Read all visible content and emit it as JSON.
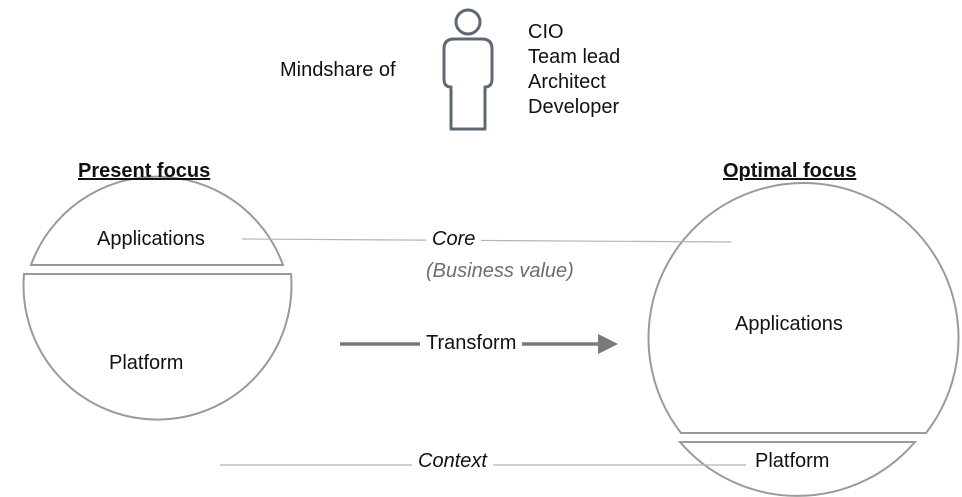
{
  "mindshare": {
    "label": "Mindshare of",
    "icon": "person-icon",
    "roles": [
      "CIO",
      "Team lead",
      "Architect",
      "Developer"
    ]
  },
  "present": {
    "heading": "Present focus",
    "top_label": "Applications",
    "bottom_label": "Platform"
  },
  "optimal": {
    "heading": "Optimal focus",
    "top_label": "Applications",
    "bottom_label": "Platform"
  },
  "connectors": {
    "core": "Core",
    "business_value": "(Business value)",
    "transform": "Transform",
    "context": "Context"
  },
  "colors": {
    "circle_stroke": "#9a9a9a",
    "arrow": "#7a7a7a",
    "connector_line": "#b5b5b5",
    "person_icon": "#5e6873"
  }
}
